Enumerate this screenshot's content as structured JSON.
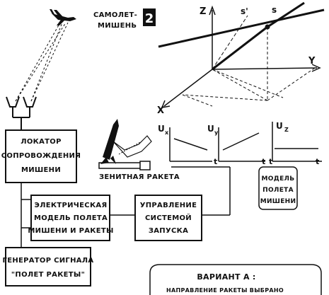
{
  "target_plane_label": [
    "САМОЛЕТ-",
    "МИШЕНЬ"
  ],
  "figure_number": "2",
  "axes_3d": {
    "z": "Z",
    "y": "Y",
    "x": "X",
    "s_prime": "s'",
    "s": "s"
  },
  "locator_label": [
    "ЛОКАТОР",
    "СОПРОВОЖДЕНИЯ",
    "МИШЕНИ"
  ],
  "model_label": [
    "ЭЛЕКТРИЧЕСКАЯ",
    "МОДЕЛЬ ПОЛЕТА",
    "МИШЕНИ И РАКЕТЫ"
  ],
  "control_label": [
    "УПРАВЛЕНИЕ",
    "СИСТЕМОЙ",
    "ЗАПУСКА"
  ],
  "generator_label": [
    "ГЕНЕРАТОР СИГНАЛА",
    "\"ПОЛЕТ  РАКЕТЫ\""
  ],
  "rocket_label": "ЗЕНИТНАЯ  РАКЕТА",
  "graphs": [
    {
      "axis": "U",
      "sub": "x",
      "t": "t"
    },
    {
      "axis": "U",
      "sub": "y",
      "t": "t"
    },
    {
      "axis": "U",
      "sub": "Z",
      "t": "t"
    }
  ],
  "t_extra": "t",
  "target_model_label": [
    "МОДЕЛЬ",
    "ПОЛЕТА",
    "МИШЕНИ"
  ],
  "variant_title": "ВАРИАНТ  А :",
  "variant_text": "НАПРАВЛЕНИЕ РАКЕТЫ ВЫБРАНО"
}
